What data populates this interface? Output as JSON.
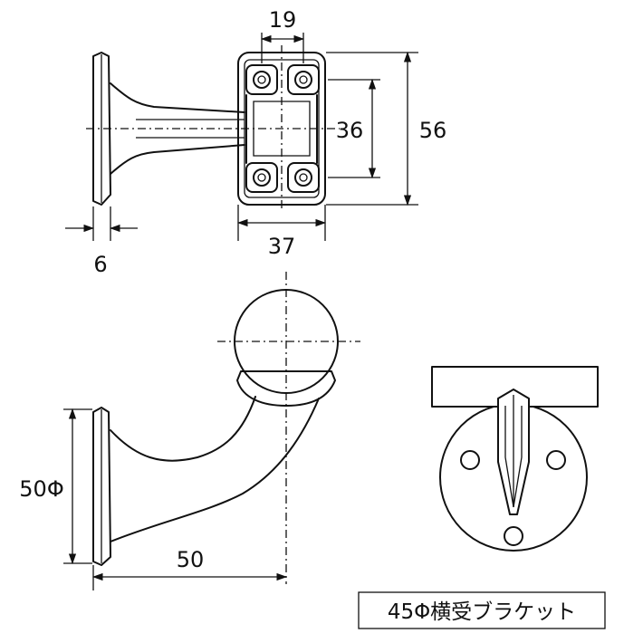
{
  "dimensions": {
    "slot_spacing": "19",
    "hole_vertical_spacing": "36",
    "plate_height": "56",
    "plate_width": "37",
    "base_thickness": "6",
    "base_diameter": "50Φ",
    "projection": "50"
  },
  "caption": "45Φ横受ブラケット"
}
